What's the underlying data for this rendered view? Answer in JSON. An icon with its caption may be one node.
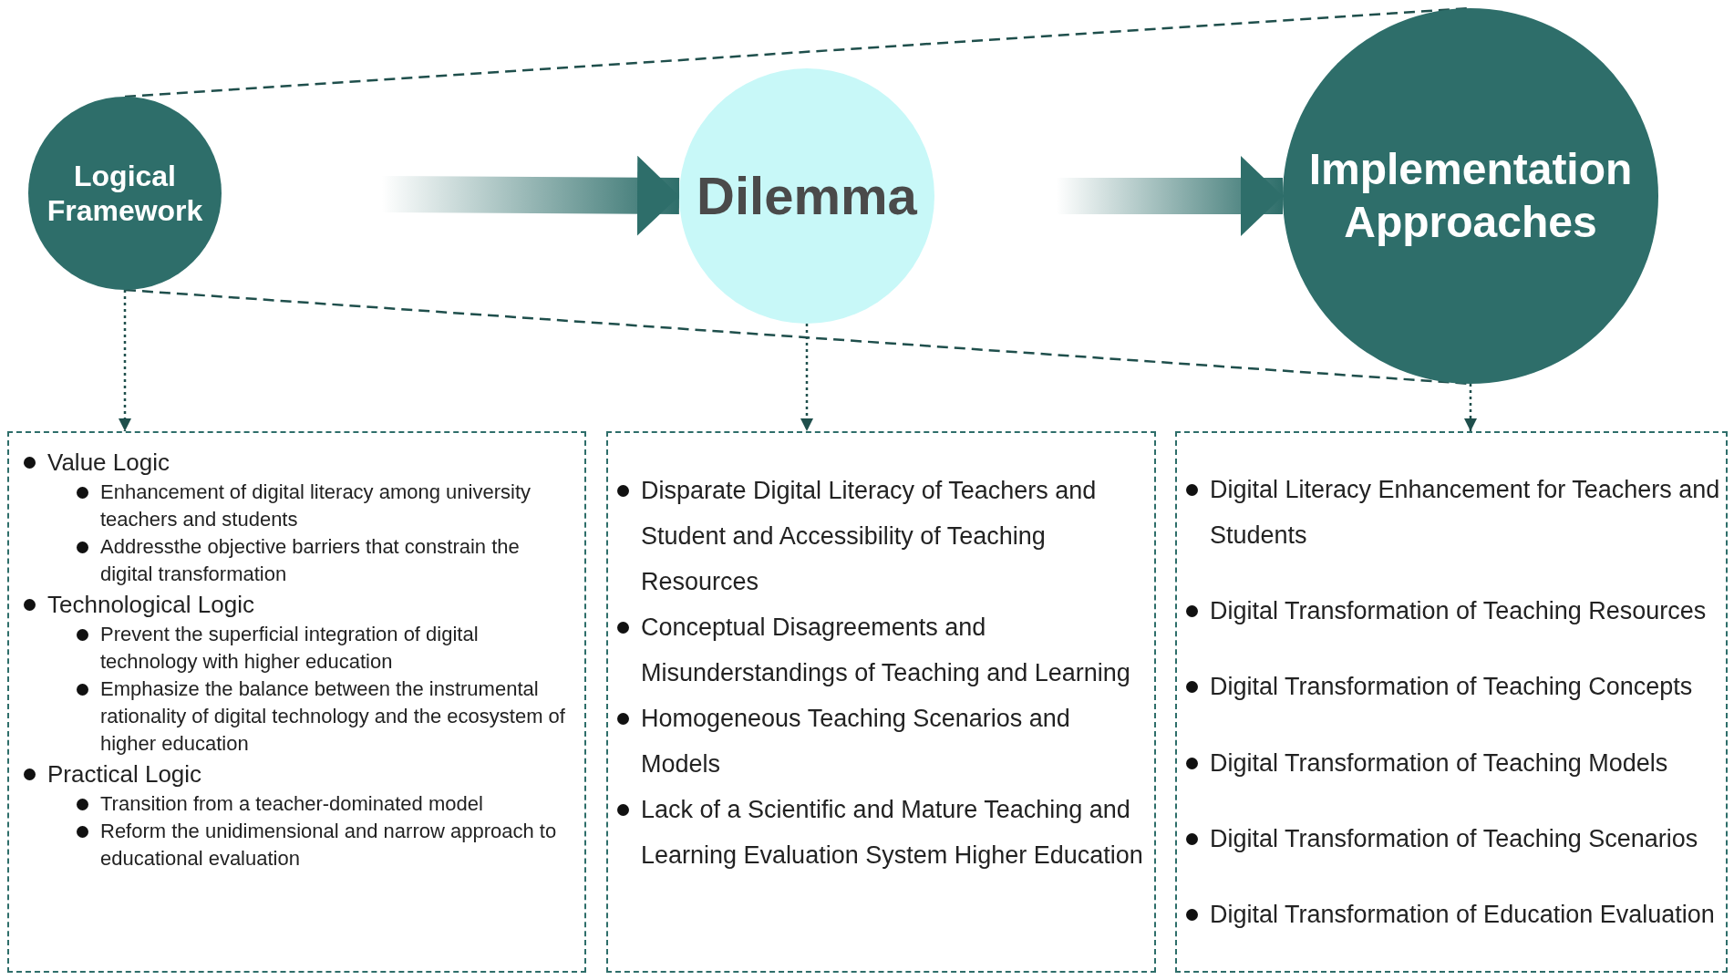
{
  "diagram": {
    "nodes": [
      {
        "text": [
          "Logical Framework"
        ]
      },
      {
        "text": [
          "Dilemma"
        ]
      },
      {
        "text": [
          "Implementation Approaches"
        ]
      },
      {
        "text": [
          "Value Logic",
          "Enhancement of digital literacy among university teachers and students",
          "Addressthe objective barriers that constrain the digital transformation",
          "Technological Logic",
          "Prevent the superficial integration of digital technology with higher education",
          "Emphasize the balance between the instrumental rationality of digital technology and the ecosystem of higher education",
          "Practical Logic",
          "Transition from a teacher-dominated model",
          "Reform the unidimensional and narrow approach to educational evaluation"
        ]
      },
      {
        "text": [
          "Disparate Digital Literacy of Teachers and Student and Accessibility of Teaching Resources",
          "Conceptual Disagreements and Misunderstandings of Teaching and Learning",
          "Homogeneous Teaching Scenarios and Models",
          "Lack of a Scientific and Mature Teaching and Learning Evaluation System Higher Education"
        ]
      },
      {
        "text": [
          "Digital Literacy Enhancement for Teachers and Students",
          "Digital Transformation of Teaching Resources",
          "Digital Transformation of Teaching Concepts",
          "Digital Transformation of Teaching Models",
          "Digital Transformation of Teaching Scenarios",
          "Digital Transformation of Education Evaluation"
        ]
      }
    ],
    "edges": [
      {
        "from": 0,
        "to": 1,
        "arrow": "to",
        "style": "thick"
      },
      {
        "from": 1,
        "to": 2,
        "arrow": "to",
        "style": "thick"
      },
      {
        "from": 0,
        "to": 3,
        "arrow": "to",
        "style": "dashed"
      },
      {
        "from": 1,
        "to": 4,
        "arrow": "to",
        "style": "dashed"
      },
      {
        "from": 2,
        "to": 5,
        "arrow": "to",
        "style": "dashed"
      },
      {
        "from": 0,
        "to": 2,
        "arrow": "none",
        "style": "dashed"
      },
      {
        "from": 0,
        "to": 2,
        "arrow": "none",
        "style": "dashed"
      }
    ]
  }
}
